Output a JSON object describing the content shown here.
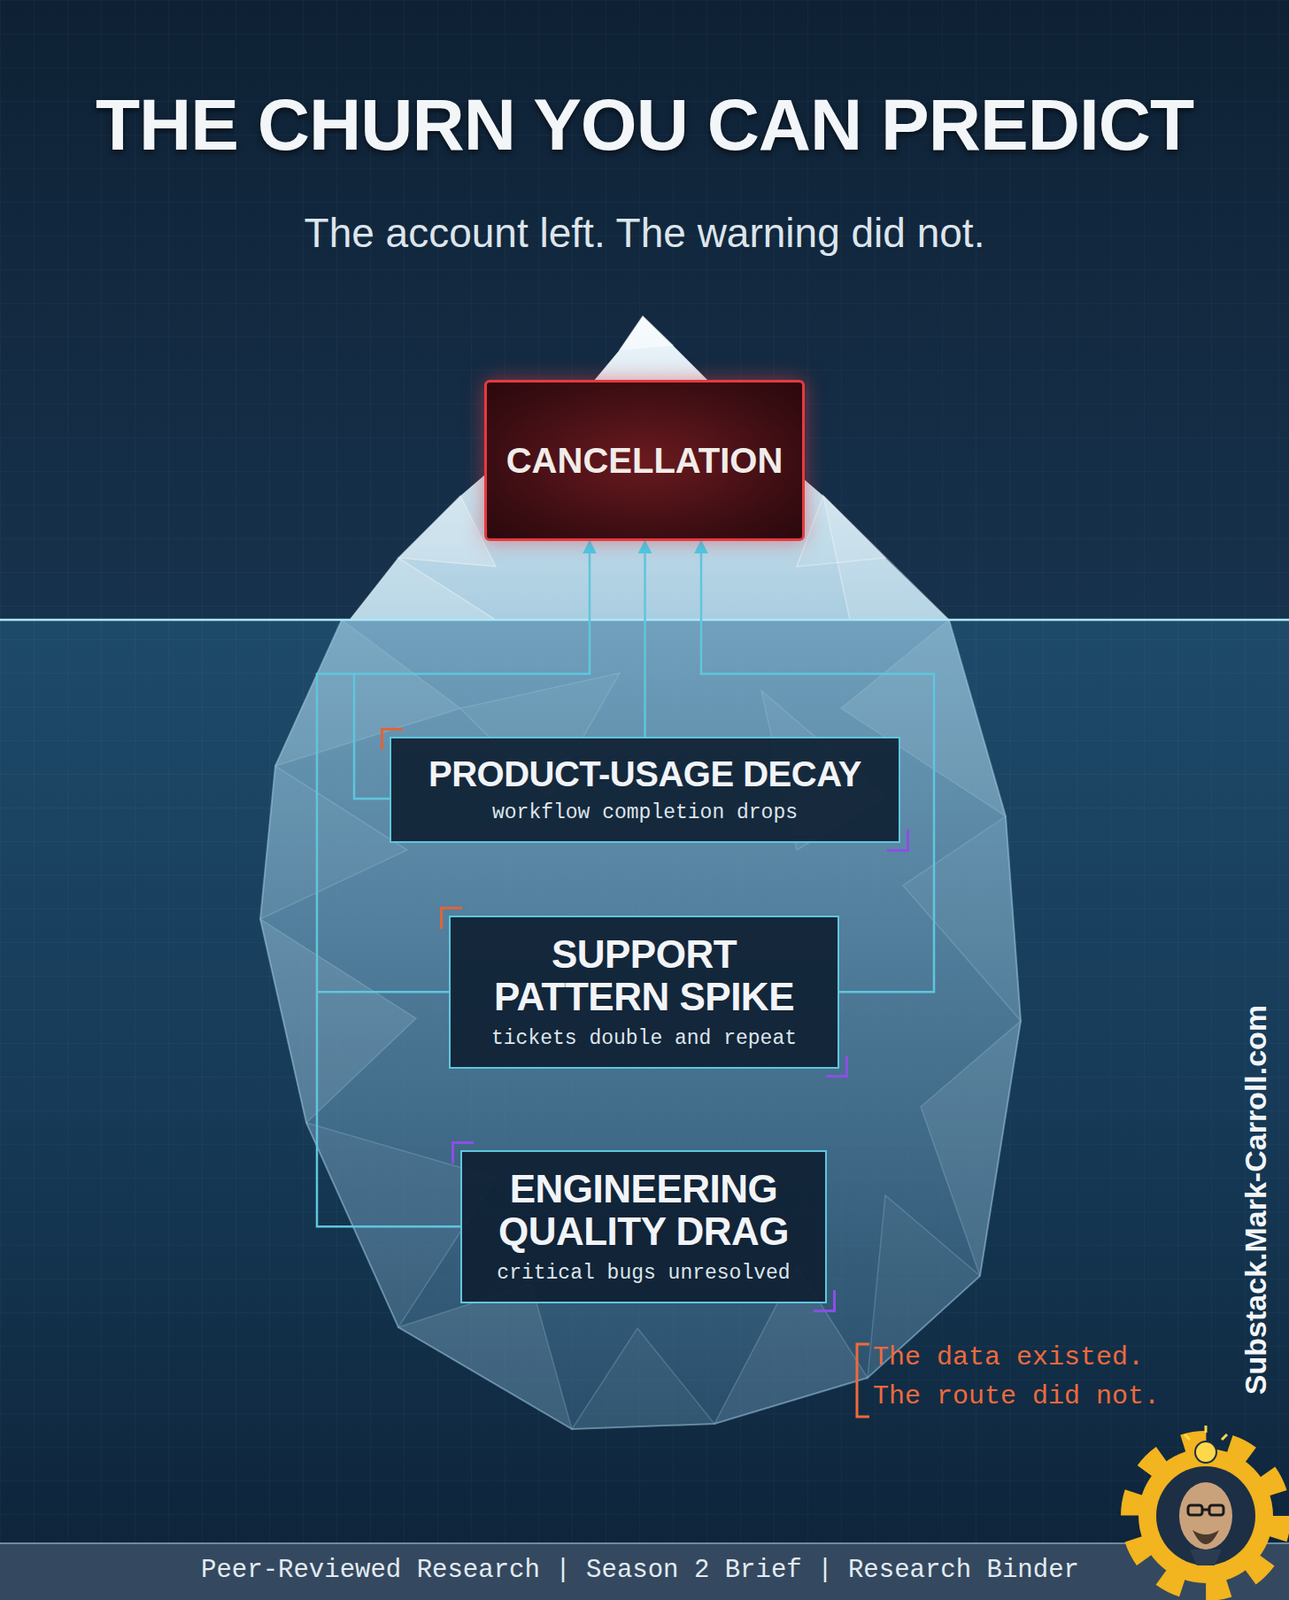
{
  "diagram": {
    "title": "THE CHURN YOU CAN PREDICT",
    "nodes": [
      {
        "text": [
          "CANCELLATION"
        ]
      },
      {
        "text": [
          "PRODUCT-USAGE DECAY",
          "workflow completion drops"
        ]
      },
      {
        "text": [
          "SUPPORT PATTERN SPIKE",
          "tickets double and repeat"
        ]
      },
      {
        "text": [
          "ENGINEERING QUALITY DRAG",
          "critical bugs unresolved"
        ]
      }
    ],
    "edges": [
      {
        "from": 1,
        "to": 0,
        "arrow": "to"
      },
      {
        "from": 2,
        "to": 0,
        "arrow": "to"
      },
      {
        "from": 3,
        "to": 0,
        "arrow": "to"
      }
    ],
    "labels": [
      "The account left. The warning did not.",
      "The data existed. The route did not.",
      "Substack.Mark-Carroll.com",
      "Peer-Reviewed Research | Season 2 Brief | Research Binder"
    ]
  }
}
